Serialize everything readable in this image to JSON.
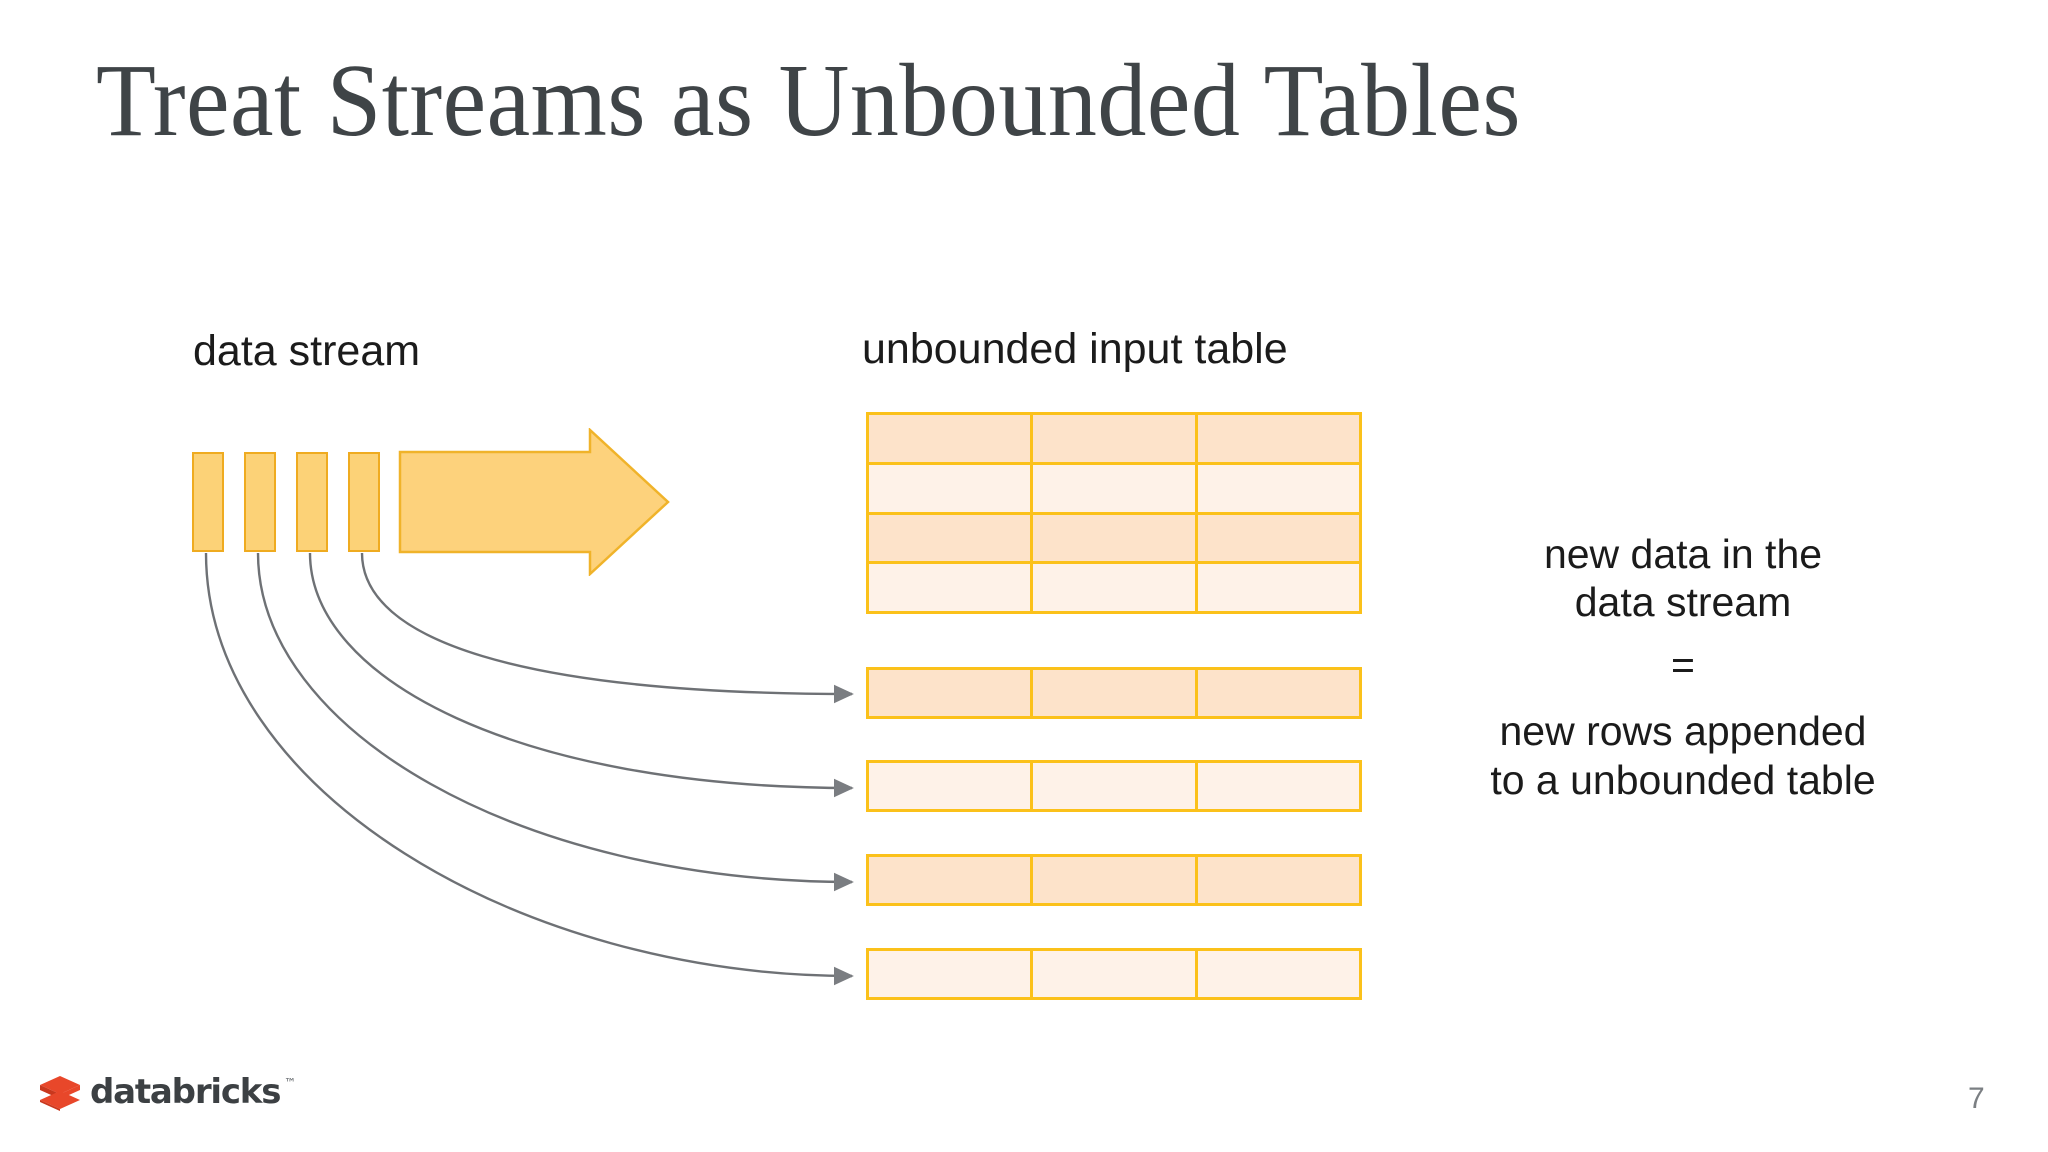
{
  "slide": {
    "title": "Treat Streams as Unbounded Tables",
    "page_number": "7",
    "background_color": "#ffffff",
    "title_color": "#3f4447"
  },
  "logo": {
    "wordmark": "databricks",
    "trademark": "™",
    "brick_color": "#e8472a",
    "brick_color_dark": "#c9371d",
    "wordmark_color": "#3c4043"
  },
  "diagram": {
    "stream": {
      "label": "data stream",
      "bar_count": 4,
      "bar_fill": "#fcd277",
      "bar_border": "#efab20",
      "arrow_fill": "#fdd27c",
      "arrow_border": "#f0b32a"
    },
    "table": {
      "label": "unbounded input table",
      "border_color": "#fbc11a",
      "row_fill_dark": "#fde3ca",
      "row_fill_light": "#fef2e8",
      "columns": 3,
      "main_rows": [
        {
          "shade": "dark"
        },
        {
          "shade": "light"
        },
        {
          "shade": "dark"
        },
        {
          "shade": "light"
        }
      ],
      "appended_rows": [
        {
          "shade": "dark"
        },
        {
          "shade": "light"
        },
        {
          "shade": "dark"
        },
        {
          "shade": "light"
        }
      ]
    },
    "connectors": {
      "count": 4,
      "line_color": "#6e7175",
      "arrowhead_color": "#7a7d81"
    }
  },
  "caption": {
    "line1": "new data in the",
    "line2": "data stream",
    "equals": "=",
    "line3": "new rows appended",
    "line4": "to a unbounded table"
  }
}
